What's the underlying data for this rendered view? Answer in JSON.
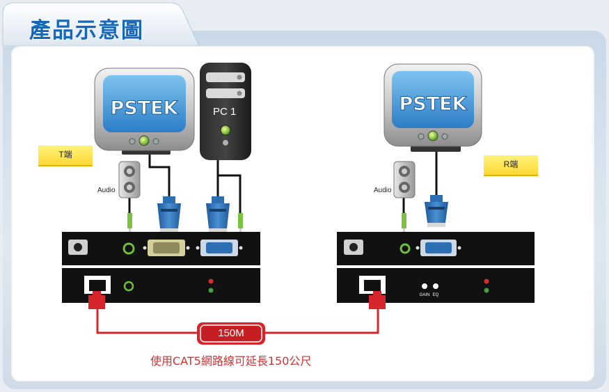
{
  "title": "產品示意圖",
  "transmitter": {
    "label": "T端",
    "audio_label": "Audio",
    "pc_label": "PC 1",
    "monitor_logo": "PSTEK"
  },
  "receiver": {
    "label": "R端",
    "audio_label": "Audio",
    "monitor_logo": "PSTEK",
    "gain_label": "GAIN",
    "eq_label": "EQ"
  },
  "cable": {
    "length_label": "150M",
    "note": "使用CAT5網路線可延長150公尺"
  },
  "colors": {
    "title": "#1767b8",
    "cable": "#d7262b",
    "tag": "#ffe24a",
    "box": "#111111",
    "vga_blue": "#2d6fb3"
  }
}
